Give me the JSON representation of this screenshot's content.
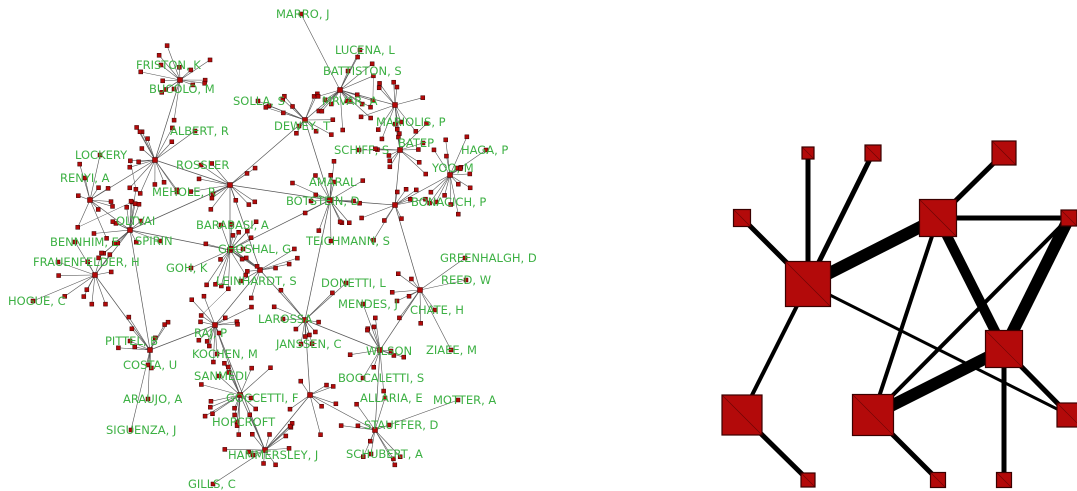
{
  "colors": {
    "label": "#3cb043",
    "node_fill": "#b30a0a",
    "node_stroke": "#3a0000",
    "edge_left": "#555555",
    "edge_right": "#000000"
  },
  "left_network": {
    "labels": [
      "MARRO, J",
      "LUCENA, L",
      "BATTISTON, S",
      "FRISTON, K",
      "BUCOLO, M",
      "SOLLA, S",
      "MRVAR, A",
      "DEWEY, T",
      "MARIOLIS, P",
      "ALBERT, R",
      "BATEP",
      "HAGA, P",
      "LOCKERY",
      "ROSSLER",
      "SCHIFF, S",
      "YOO, M",
      "RENYI, A",
      "AMARAL",
      "MEHOLE, R",
      "BOTSTEIN, D",
      "BONACICH, P",
      "OLTVAI",
      "BARABASI, A",
      "BENNHIM, E",
      "SPIRIN",
      "GHOSHAL, G",
      "TEICHMANN, S",
      "GREENHALGH, D",
      "FRAUENFELDER, H",
      "GOH, K",
      "LEINHARDT, S",
      "DONETTI, L",
      "REED, W",
      "HOGUE, C",
      "MENDES, J",
      "CHATE, H",
      "LAROSSA",
      "PITTEL, B",
      "RAJ, P",
      "JANSSEN, C",
      "KOCHEN, M",
      "WILSON",
      "ZIAEE, M",
      "COSTA, U",
      "SANMEDI",
      "BOCCALETTI, S",
      "ARAUJO, A",
      "GOCCETTI, F",
      "ALLARIA, E",
      "MOTTER, A",
      "SIGUENZA, J",
      "HOPCROFT",
      "STAUFFER, D",
      "HAMMERSLEY, J",
      "SCHUBERT, A",
      "GILLS, C"
    ]
  },
  "right_network": {}
}
